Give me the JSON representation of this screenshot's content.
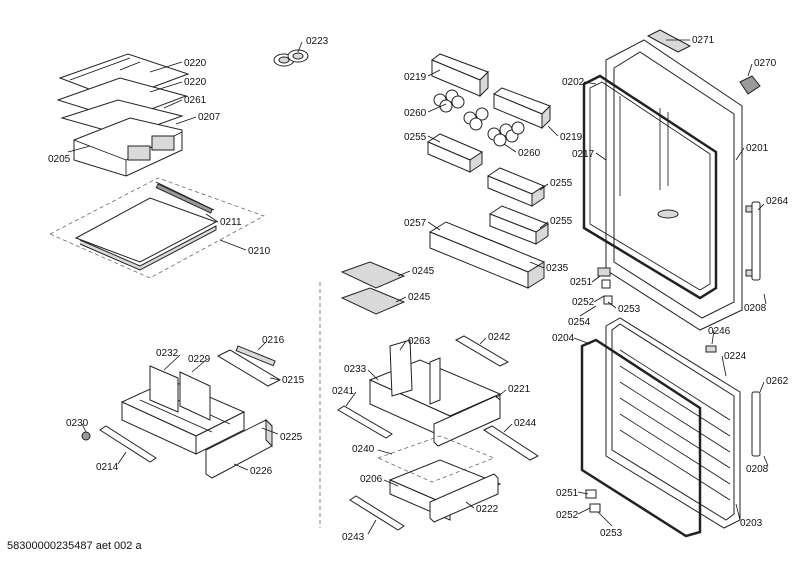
{
  "labels": {
    "p0220a": "0220",
    "p0220b": "0220",
    "p0261": "0261",
    "p0207": "0207",
    "p0205": "0205",
    "p0223": "0223",
    "p0211": "0211",
    "p0210": "0210",
    "p0219a": "0219",
    "p0260a": "0260",
    "p0219b": "0219",
    "p0260b": "0260",
    "p0255a": "0255",
    "p0255b": "0255",
    "p0255c": "0255",
    "p0257": "0257",
    "p0235": "0235",
    "p0245a": "0245",
    "p0245b": "0245",
    "p0271": "0271",
    "p0202": "0202",
    "p0270": "0270",
    "p0217": "0217",
    "p0201": "0201",
    "p0264": "0264",
    "p0251a": "0251",
    "p0252a": "0252",
    "p0253a": "0253",
    "p0254": "0254",
    "p0208a": "0208",
    "p0204": "0204",
    "p0246": "0246",
    "p0224": "0224",
    "p0262": "0262",
    "p0208b": "0208",
    "p0251b": "0251",
    "p0252b": "0252",
    "p0253b": "0253",
    "p0203": "0203",
    "p0216": "0216",
    "p0232": "0232",
    "p0229": "0229",
    "p0215": "0215",
    "p0225": "0225",
    "p0230": "0230",
    "p0214": "0214",
    "p0226": "0226",
    "p0263": "0263",
    "p0242": "0242",
    "p0233": "0233",
    "p0241": "0241",
    "p0221": "0221",
    "p0244": "0244",
    "p0240": "0240",
    "p0206": "0206",
    "p0222": "0222",
    "p0243": "0243"
  },
  "footer": "58300000235487 aet 002 a"
}
